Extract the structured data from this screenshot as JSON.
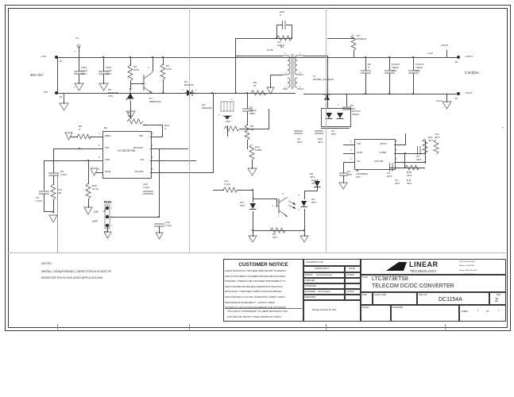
{
  "document": {
    "type": "schematic",
    "title": "LTC3873ETS8",
    "subtitle": "TELECOM DC/DC CONVERTER",
    "dwg_no": "DC1154A",
    "rev": "2",
    "sheet_of": "1",
    "sheet_num": "1"
  },
  "notes": {
    "heading": "NOTES:",
    "lines": [
      "INSTALL 2200pF/250VAC CAPACITOR IN PLACE OF",
      "RESISTOR R19 IN ISOLATED APPLICATIONS"
    ]
  },
  "customer_notice": {
    "heading": "CUSTOMER NOTICE",
    "paragraphs": [
      "LINEAR TECHNOLOGY HAS MADE A BEST EFFORT TO DESIGN A",
      "CIRCUIT THAT MEETS CUSTOMER-SUPPLIED SPECIFICATIONS;",
      "HOWEVER, IT REMAINS THE CUSTOMER'S RESPONSIBILITY TO",
      "VERIFY PROPER AND RELIABLE OPERATION IN THE ACTUAL",
      "APPLICATION.  COMPONENT SUBSTITUTION AND PRINTED",
      "CIRCUIT BOARD LAYOUT MAY SIGNIFICANTLY AFFECT CIRCUIT",
      "PERFORMANCE OR RELIABILITY.  CONTACT LINEAR",
      "TECHNOLOGY APPLICATIONS ENGINEERING FOR ASSISTANCE."
    ],
    "footer": [
      "THIS CIRCUIT IS PROPRIETARY TO LINEAR TECHNOLOGY AND",
      "SUPPLIED FOR USE WITH LINEAR TECHNOLOGY PARTS."
    ]
  },
  "title_block": {
    "contract_label": "CONTRACT NO.",
    "approvals_label": "APPROVALS",
    "date_label": "DATE",
    "rows": [
      {
        "role": "DRAWN",
        "name": "Antonina Karpova",
        "date": "10/04/06"
      },
      {
        "role": "CHECKED",
        "name": "",
        "date": ""
      },
      {
        "role": "APPROVED",
        "name": "",
        "date": ""
      },
      {
        "role": "ENGINEER",
        "name": "Victor Khasiev",
        "date": "10/04/06"
      },
      {
        "role": "DESIGNER",
        "name": "",
        "date": ""
      }
    ],
    "date_stamp": "Monday, February 26, 2007",
    "title_label": "TITLE",
    "size_label": "SIZE",
    "cage_label": "CAGE CODE",
    "dwgno_label": "DWG NO",
    "rev_label": "REV",
    "scale_label": "SCALE:",
    "filename_label": "FILENAME:",
    "sheet_label": "SHEET",
    "of_label": "OF"
  },
  "company": {
    "name": "LINEAR",
    "sub": "TECHNOLOGY",
    "address": [
      "1630 McCarthy Blvd.",
      "Milpitas, CA  95035",
      "Phone: (408) 432-1900",
      "Fax: (408) 434-0507"
    ]
  },
  "terminals": [
    {
      "name": "+VIN",
      "ref": "E1",
      "sign": "+"
    },
    {
      "name": "-VIN",
      "ref": "E4",
      "sign": "−"
    },
    {
      "name": "+VOUT",
      "ref": "E2"
    },
    {
      "name": "-VOUT",
      "ref": "E3"
    }
  ],
  "io_labels": {
    "vin_range": "36V-72V",
    "vout_spec": "3.3V@3A",
    "vin_net": "Vin",
    "vout_net": "+VOUT",
    "vout_net2": "-VOUT",
    "vsw_net": "+Vout"
  },
  "ics": [
    {
      "ref": "U1",
      "part": "LTC3873ETS8",
      "pins_left": [
        {
          "n": "1",
          "name": "IPRG"
        },
        {
          "n": "2",
          "name": "ITH"
        },
        {
          "n": "3",
          "name": "VFB"
        },
        {
          "n": "4",
          "name": "GND"
        }
      ],
      "pins_right": [
        {
          "n": "8",
          "name": "SW"
        },
        {
          "n": "7",
          "name": "RUN/SS"
        },
        {
          "n": "6",
          "name": "VIN"
        },
        {
          "n": "5",
          "name": "NGATE"
        }
      ]
    },
    {
      "ref": "U2",
      "part": "LT4430ES6",
      "opt": "OPT",
      "pins_left": [
        {
          "n": "1",
          "name": "VIN"
        },
        {
          "n": "2",
          "name": "GND"
        },
        {
          "n": "3",
          "name": "OC"
        }
      ],
      "pins_right": [
        {
          "n": "6",
          "name": "OPTO"
        },
        {
          "n": "5",
          "name": "COMP"
        },
        {
          "n": "4",
          "name": "0.6V FB"
        }
      ]
    },
    {
      "ref": "U3",
      "part": "OPT"
    },
    {
      "ref": "U4",
      "part": "OPT"
    }
  ],
  "components": [
    {
      "ref": "CIN1",
      "value": "2.2µF",
      "rating": "100V"
    },
    {
      "ref": "CIN2",
      "value": "2.2µF",
      "rating": "100V"
    },
    {
      "ref": "R3",
      "value": "227K"
    },
    {
      "ref": "D2",
      "value": "PDZ6.8B",
      "rating": "6.8V"
    },
    {
      "ref": "R4",
      "value": "221K"
    },
    {
      "ref": "Q1",
      "value": "MMBTA42"
    },
    {
      "ref": "R7",
      "value": "OPT"
    },
    {
      "ref": "D3",
      "value": "BAS516"
    },
    {
      "ref": "Q2",
      "value": "FDS2512"
    },
    {
      "ref": "R5",
      "value": "OPT"
    },
    {
      "ref": "R6",
      "value": "51"
    },
    {
      "ref": "C7",
      "value": "150pF",
      "rating": "250V"
    },
    {
      "ref": "R8",
      "value": "220"
    },
    {
      "ref": "R12",
      "value": "0.068"
    },
    {
      "ref": "R9",
      "value": "0"
    },
    {
      "ref": "R10",
      "value": "0"
    },
    {
      "ref": "C8",
      "value": "2.2nF"
    },
    {
      "ref": "R18",
      "value": "15K"
    },
    {
      "ref": "R16",
      "value": "12.1K"
    },
    {
      "ref": "C9",
      "value": "2.2nF"
    },
    {
      "ref": "C10",
      "value": "4.7µF"
    },
    {
      "ref": "C12",
      "value": "4.7µF"
    },
    {
      "ref": "R17",
      "value": "OPT"
    },
    {
      "ref": "D6",
      "value": "OPT"
    },
    {
      "ref": "D5",
      "value": "OPT"
    },
    {
      "ref": "R19",
      "value": "0"
    },
    {
      "ref": "C5",
      "value": "100pF"
    },
    {
      "ref": "R1",
      "value": "21.5K"
    },
    {
      "ref": "T1",
      "value": "PA1861_RevS01A"
    },
    {
      "ref": "D1",
      "value": "UPS840"
    },
    {
      "ref": "R2",
      "value": "0"
    },
    {
      "ref": "COUT1",
      "value": "100µF",
      "rating": "6.3V"
    },
    {
      "ref": "COUT2",
      "value": "100µF",
      "rating": "6.3V"
    },
    {
      "ref": "COUT3",
      "value": "100µF",
      "rating": "6.3V"
    },
    {
      "ref": "D4",
      "value": "OPT"
    },
    {
      "ref": "C1",
      "value": "OPT"
    },
    {
      "ref": "C2",
      "value": "OPT"
    },
    {
      "ref": "C3",
      "value": "OPT"
    },
    {
      "ref": "C4",
      "value": "OPT"
    },
    {
      "ref": "C6",
      "value": "OPT"
    },
    {
      "ref": "C11",
      "value": "OPT"
    },
    {
      "ref": "R11",
      "value": "OPT"
    },
    {
      "ref": "R13",
      "value": "OPT"
    },
    {
      "ref": "R14",
      "value": "OPT"
    },
    {
      "ref": "R15",
      "value": "OPT"
    },
    {
      "ref": "R20",
      "value": "OPT"
    },
    {
      "ref": "R21",
      "value": "OPT"
    }
  ],
  "jumper": {
    "ref": "JP1",
    "name": "RUN",
    "on": "ON",
    "off": "OFF",
    "pins": [
      "1",
      "2",
      "3"
    ]
  }
}
